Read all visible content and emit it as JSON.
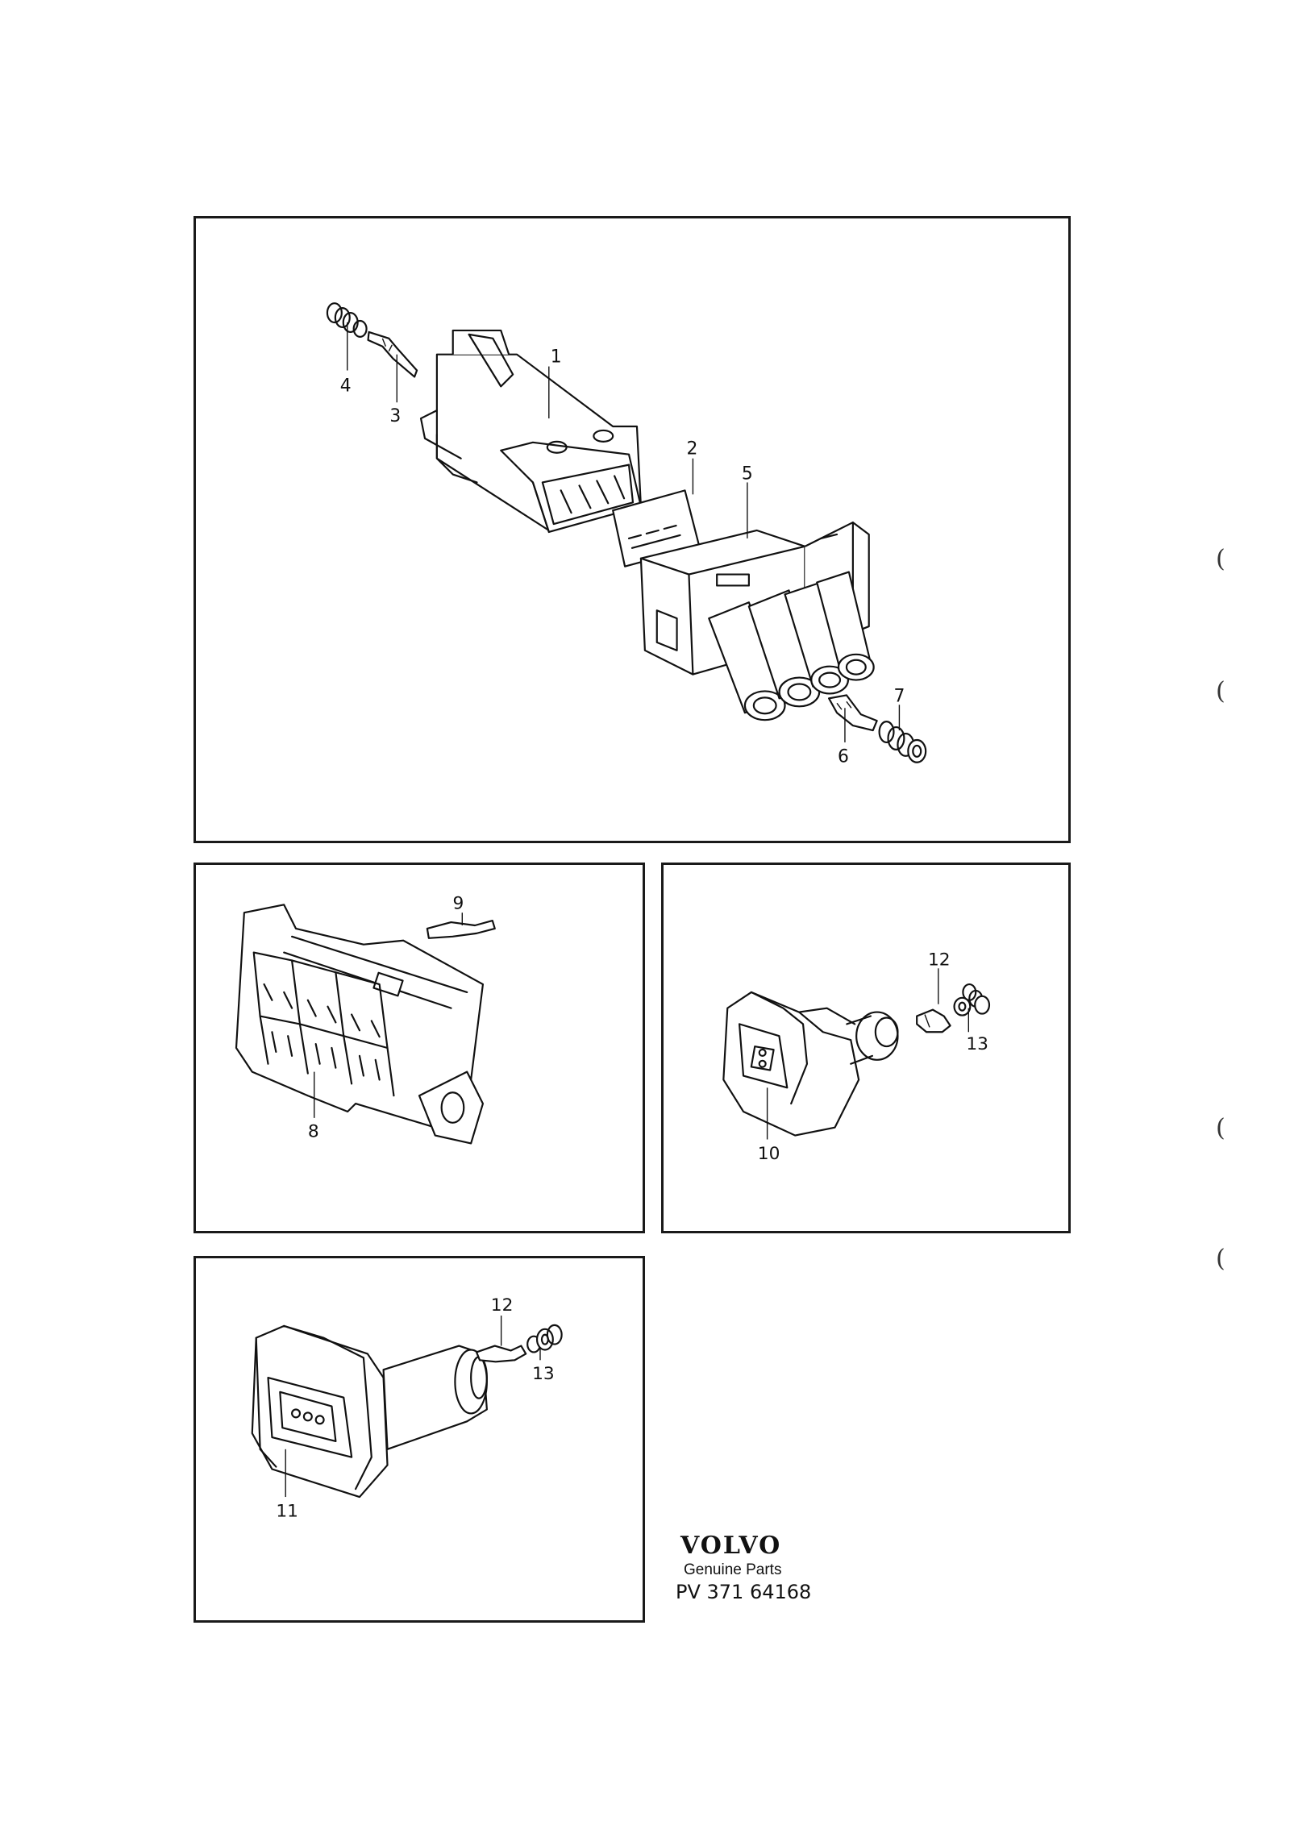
{
  "panels": {
    "top": {
      "callouts": [
        "1",
        "2",
        "3",
        "4",
        "5",
        "6",
        "7"
      ]
    },
    "mid_left": {
      "callouts": [
        "8",
        "9"
      ]
    },
    "mid_right": {
      "callouts": [
        "10",
        "12",
        "13"
      ]
    },
    "bottom_left": {
      "callouts": [
        "11",
        "12",
        "13"
      ]
    }
  },
  "margin_marks": [
    "(",
    "(",
    "(",
    "("
  ],
  "brand": {
    "logo_text": "VOLVO",
    "subtitle": "Genuine Parts",
    "code": "PV 371 64168"
  }
}
